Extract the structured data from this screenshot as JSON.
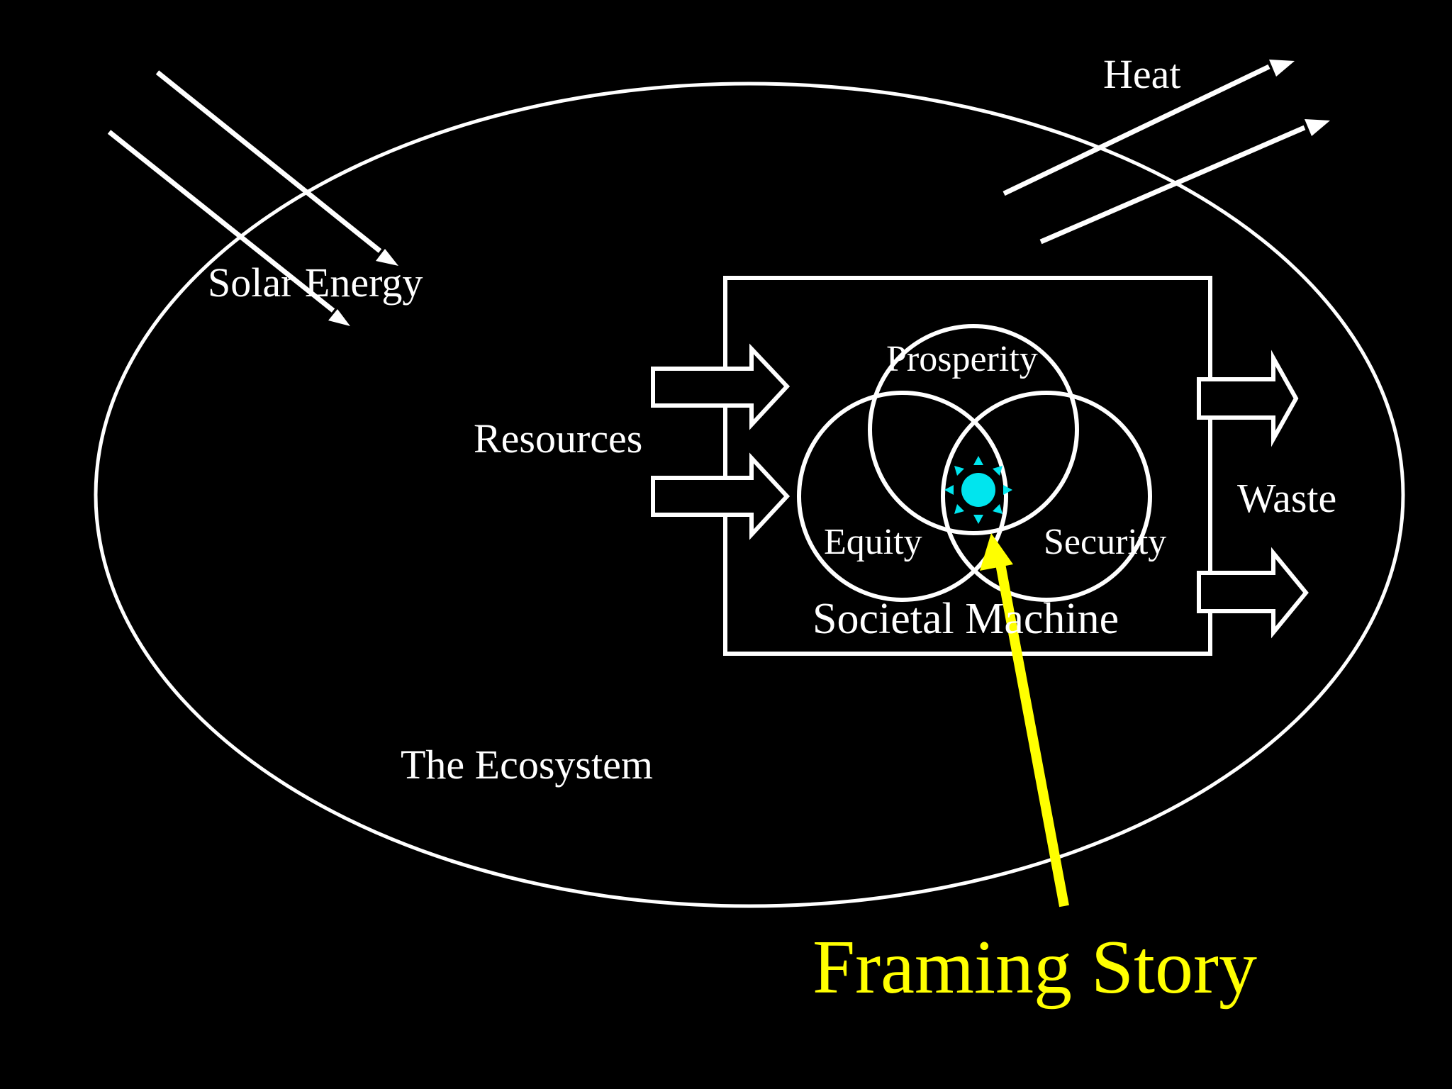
{
  "labels": {
    "heat": "Heat",
    "solar_energy": "Solar Energy",
    "resources": "Resources",
    "waste": "Waste",
    "prosperity": "Prosperity",
    "equity": "Equity",
    "security": "Security",
    "societal_machine": "Societal Machine",
    "ecosystem": "The Ecosystem",
    "framing_story": "Framing Story"
  },
  "colors": {
    "background": "#000000",
    "line": "#ffffff",
    "framing_story": "#ffff00",
    "sun": "#00e5ee"
  },
  "icons": {
    "sun": "sun-icon"
  }
}
